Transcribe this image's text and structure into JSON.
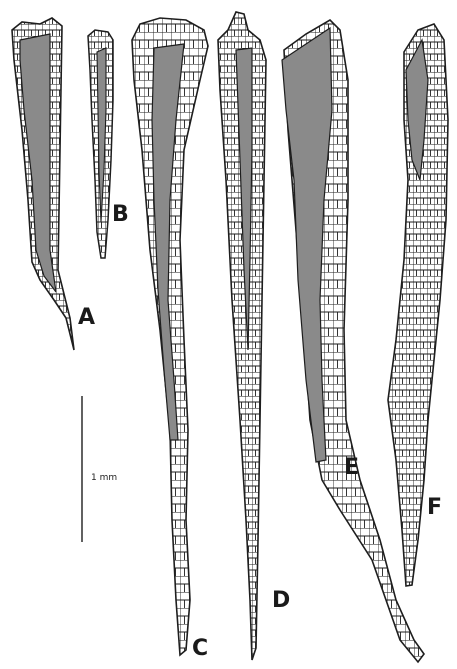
{
  "figure": {
    "panel_labels": [
      "A",
      "B",
      "C",
      "D",
      "E",
      "F"
    ],
    "scale_bar_label": "1 mm"
  },
  "colors": {
    "tissue_fill": "#8a8a8a",
    "cell_outline": "#1e1e1e",
    "background": "#ffffff"
  }
}
